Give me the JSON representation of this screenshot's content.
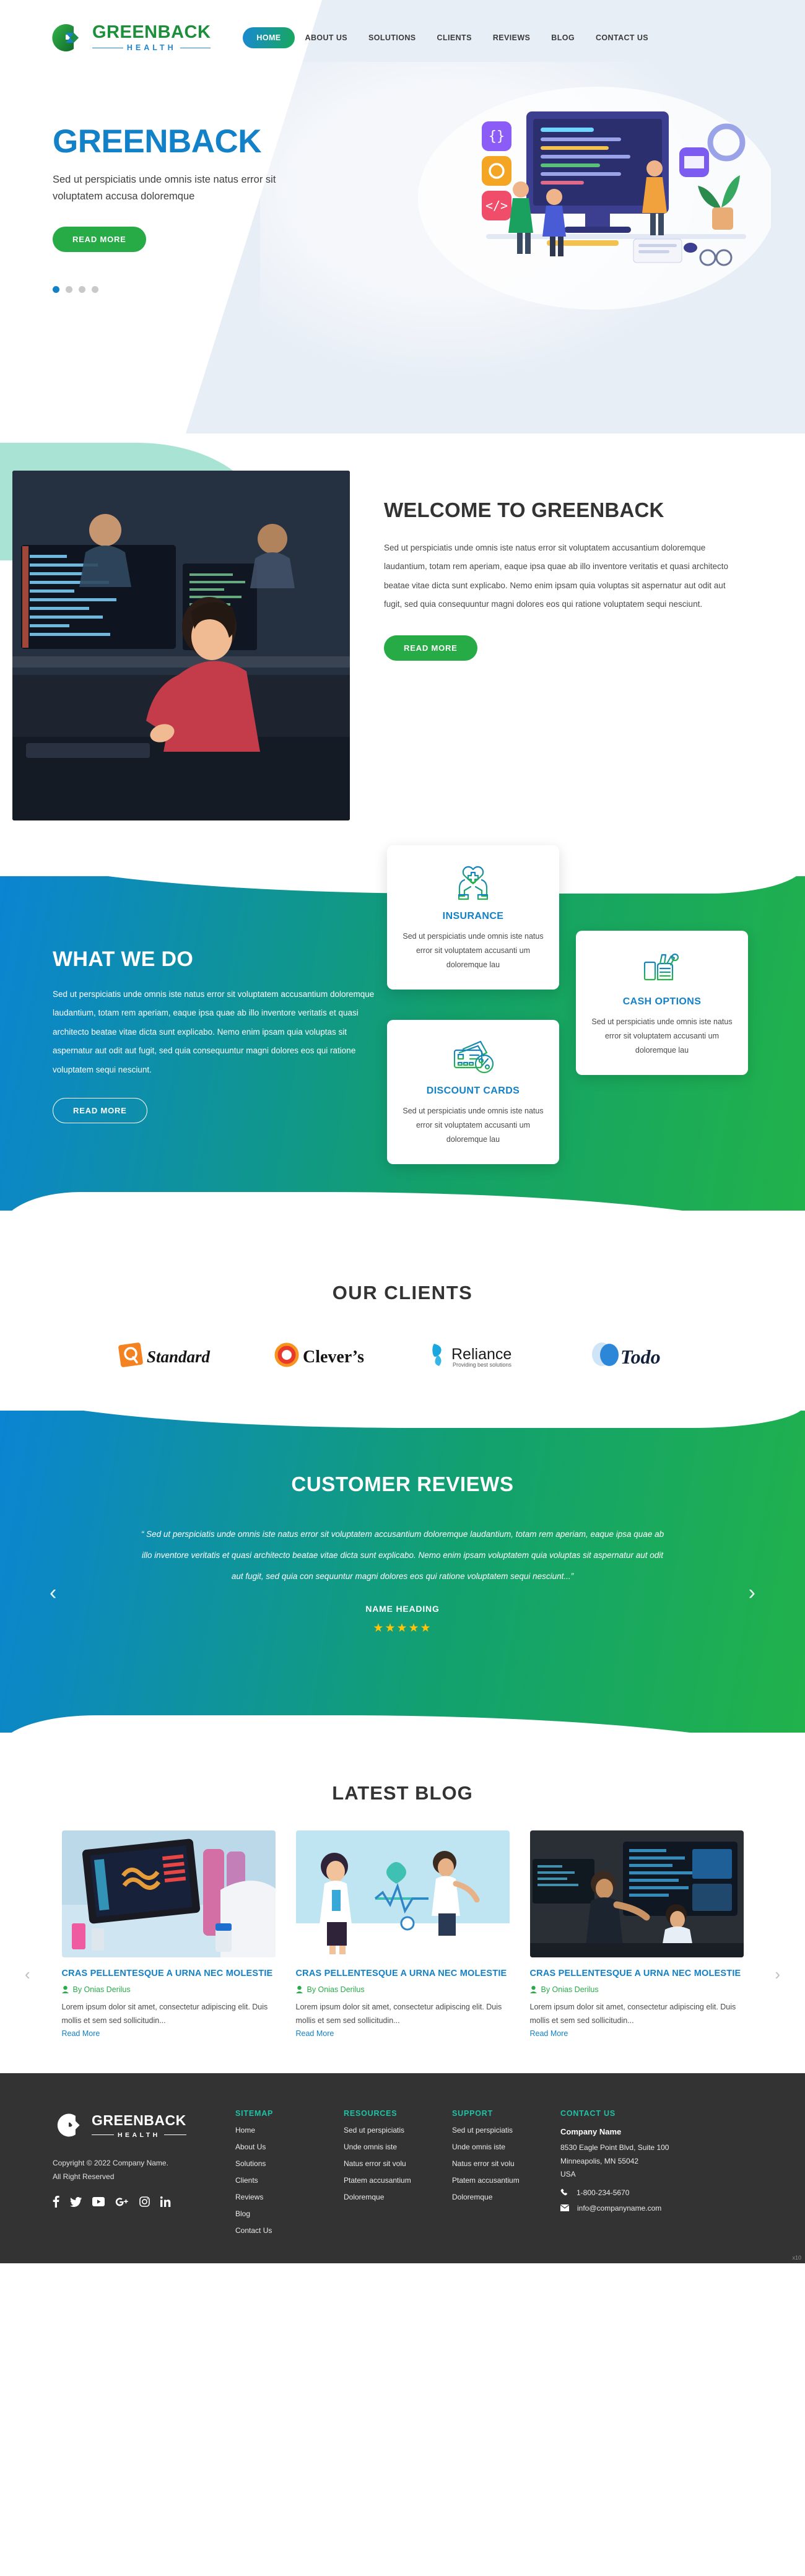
{
  "brand": {
    "name": "GREENBACK",
    "sub": "HEALTH",
    "accent_blue": "#1281c8",
    "accent_green": "#27ab47",
    "teal": "#1fc2a5"
  },
  "nav": {
    "items": [
      {
        "label": "HOME",
        "active": true
      },
      {
        "label": "ABOUT US",
        "active": false
      },
      {
        "label": "SOLUTIONS",
        "active": false
      },
      {
        "label": "CLIENTS",
        "active": false
      },
      {
        "label": "REVIEWS",
        "active": false
      },
      {
        "label": "BLOG",
        "active": false
      },
      {
        "label": "CONTACT US",
        "active": false
      }
    ]
  },
  "hero": {
    "title": "GREENBACK",
    "desc": "Sed ut perspiciatis unde omnis iste natus error sit voluptatem accusa doloremque",
    "cta": "READ MORE",
    "slides": 4,
    "active_slide": 1
  },
  "welcome": {
    "title": "WELCOME TO GREENBACK",
    "body": "Sed ut perspiciatis unde omnis iste natus error sit voluptatem accusantium doloremque laudantium, totam rem aperiam, eaque ipsa quae ab illo inventore veritatis et quasi architecto beatae vitae dicta sunt explicabo. Nemo enim ipsam quia voluptas sit aspernatur aut odit aut fugit, sed quia consequuntur magni dolores eos qui ratione voluptatem sequi nesciunt.",
    "cta": "READ MORE"
  },
  "what_we_do": {
    "title": "WHAT WE DO",
    "body": "Sed ut perspiciatis unde omnis iste natus error sit voluptatem accusantium doloremque laudantium, totam rem aperiam, eaque ipsa quae ab illo inventore veritatis et quasi architecto beatae vitae dicta sunt explicabo. Nemo enim ipsam quia voluptas sit aspernatur aut odit aut fugit, sed quia consequuntur magni dolores eos qui ratione voluptatem sequi nesciunt.",
    "cta": "READ MORE",
    "cards": [
      {
        "title": "INSURANCE",
        "body": "Sed ut perspiciatis unde omnis iste natus error sit voluptatem accusanti um doloremque lau",
        "icon": "hands-heart-cross-icon"
      },
      {
        "title": "CASH OPTIONS",
        "body": "Sed ut perspiciatis unde omnis iste natus error sit voluptatem accusanti um doloremque lau",
        "icon": "hand-cash-icon"
      },
      {
        "title": "DISCOUNT CARDS",
        "body": "Sed ut perspiciatis unde omnis iste natus error sit voluptatem accusanti um doloremque lau",
        "icon": "discount-cards-icon"
      }
    ]
  },
  "clients": {
    "title": "OUR  CLIENTS",
    "logos": [
      {
        "name": "Standard",
        "id": "client-logo-standard"
      },
      {
        "name": "Clever's",
        "id": "client-logo-clevers"
      },
      {
        "name": "Reliance",
        "tagline": "Providing best solutions",
        "id": "client-logo-reliance"
      },
      {
        "name": "Todo",
        "id": "client-logo-todo"
      }
    ]
  },
  "reviews": {
    "title": "CUSTOMER REVIEWS",
    "quote": "“ Sed ut perspiciatis unde omnis iste natus error sit voluptatem accusantium doloremque laudantium, totam rem aperiam, eaque ipsa quae ab illo inventore veritatis et quasi architecto beatae vitae dicta sunt explicabo. Nemo enim ipsam voluptatem quia voluptas sit aspernatur aut odit aut fugit, sed quia con sequuntur magni dolores eos qui ratione voluptatem sequi nesciunt...”",
    "name": "NAME HEADING",
    "stars": "★★★★★",
    "prev": "‹",
    "next": "›"
  },
  "blog": {
    "title": "LATEST BLOG",
    "prev": "‹",
    "next": "›",
    "posts": [
      {
        "heading": "CRAS PELLENTESQUE A URNA NEC MOLESTIE",
        "author": "By Onias Derilus",
        "excerpt": "Lorem ipsum dolor sit amet, consectetur adipiscing elit. Duis mollis et sem sed sollicitudin...",
        "read_more": "Read More",
        "thumb": "lab-laptop-dna-photo"
      },
      {
        "heading": "CRAS PELLENTESQUE A URNA NEC MOLESTIE",
        "author": "By Onias Derilus",
        "excerpt": "Lorem ipsum dolor sit amet, consectetur adipiscing elit. Duis mollis et sem sed sollicitudin...",
        "read_more": "Read More",
        "thumb": "doctors-illustration"
      },
      {
        "heading": "CRAS PELLENTESQUE A URNA NEC MOLESTIE",
        "author": "By Onias Derilus",
        "excerpt": "Lorem ipsum dolor sit amet, consectetur adipiscing elit. Duis mollis et sem sed sollicitudin...",
        "read_more": "Read More",
        "thumb": "team-monitors-photo"
      }
    ]
  },
  "footer": {
    "copyright": "Copyright © 2022 Company Name.",
    "rights": "All Right Reserved",
    "social": [
      "facebook-icon",
      "twitter-icon",
      "youtube-icon",
      "google-plus-icon",
      "instagram-icon",
      "linkedin-icon"
    ],
    "columns": [
      {
        "head": "SITEMAP",
        "links": [
          "Home",
          "About Us",
          "Solutions",
          "Clients",
          "Reviews",
          "Blog",
          "Contact Us"
        ]
      },
      {
        "head": "RESOURCES",
        "links": [
          "Sed ut perspiciatis",
          "Unde omnis iste",
          "Natus error sit volu",
          "Ptatem accusantium",
          "Doloremque"
        ]
      },
      {
        "head": "SUPPORT",
        "links": [
          "Sed ut perspiciatis",
          "Unde omnis iste",
          "Natus error sit volu",
          "Ptatem accusantium",
          "Doloremque"
        ]
      }
    ],
    "contact": {
      "head": "CONTACT US",
      "company": "Company Name",
      "address_line1": "8530 Eagle Point Blvd, Suite 100",
      "address_line2": "Minneapolis, MN 55042",
      "address_line3": "USA",
      "phone": "1-800-234-5670",
      "email": "info@companyname.com"
    }
  },
  "watermark": "x10"
}
